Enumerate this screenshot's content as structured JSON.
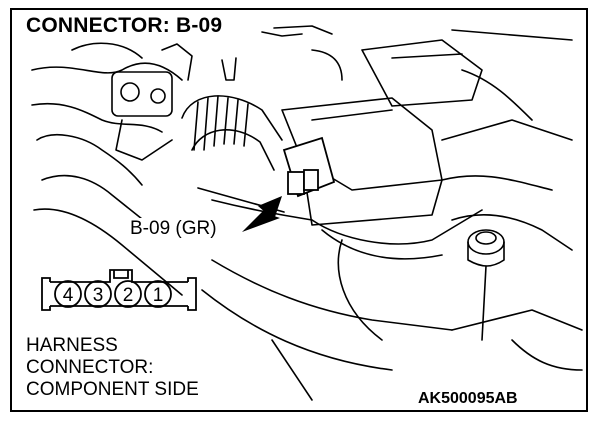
{
  "diagram": {
    "title": "CONNECTOR: B-09",
    "callout_label": "B-09 (GR)",
    "harness_label_lines": [
      "HARNESS",
      "CONNECTOR:",
      "COMPONENT SIDE"
    ],
    "figure_code": "AK500095AB",
    "connector_pins": [
      "4",
      "3",
      "2",
      "1"
    ]
  }
}
